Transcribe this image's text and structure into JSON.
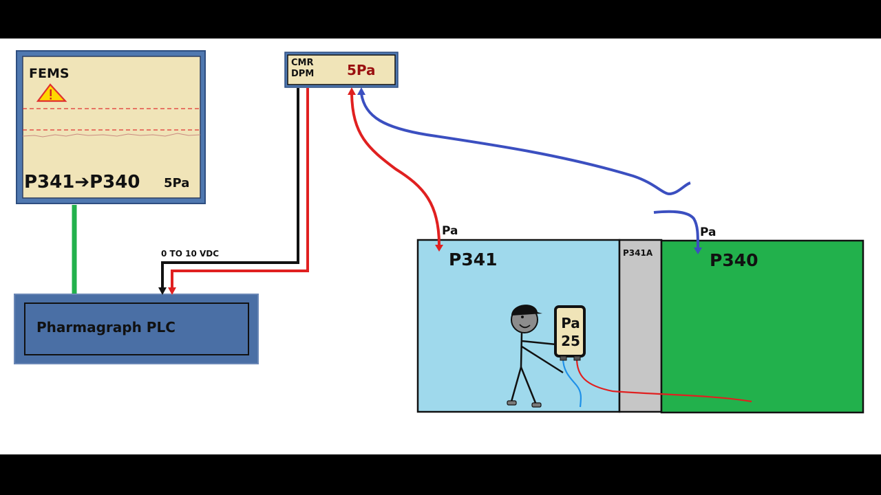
{
  "fems": {
    "title": "FEMS",
    "route": "P341➔P340",
    "reading": "5Pa",
    "warning_icon": "warning-triangle-icon"
  },
  "dpm": {
    "line1": "CMR",
    "line2": "DPM",
    "reading": "5Pa"
  },
  "plc": {
    "label": "Pharmagraph PLC",
    "signal_label": "0 TO 10 VDC"
  },
  "rooms": {
    "p341": {
      "name": "P341",
      "sensor": "Pa"
    },
    "airlock": {
      "name": "P341A"
    },
    "p340": {
      "name": "P340",
      "sensor": "Pa"
    }
  },
  "handheld": {
    "unit": "Pa",
    "value": "25"
  },
  "colors": {
    "panel": "#f0e4b8",
    "panel_border": "#3a5d8f",
    "plc_fill": "#4a6fa5",
    "room_p341": "#9fd9ec",
    "room_airlock": "#c6c6c6",
    "room_p340": "#22b14c",
    "tube_high": "#e02020",
    "tube_low": "#3b4fc0",
    "link_green": "#22b14c",
    "dpm_reading": "#9a1010"
  }
}
